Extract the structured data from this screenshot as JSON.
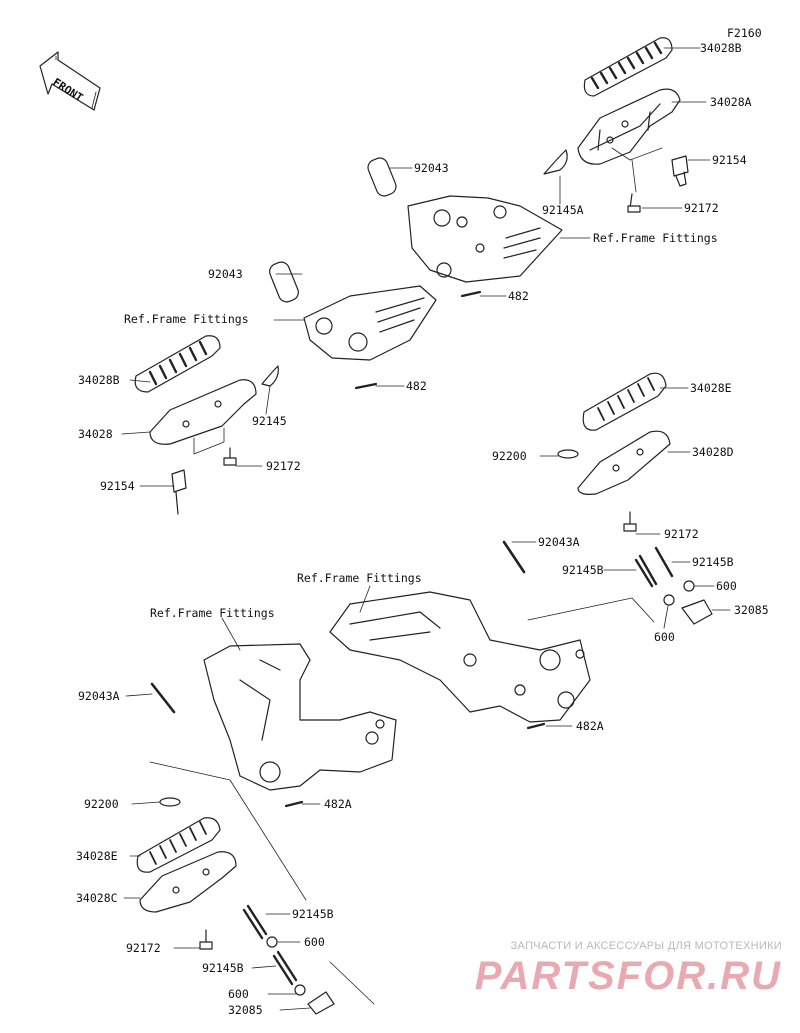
{
  "diagram_id": "F2160",
  "front_arrow": {
    "text": "FRONT"
  },
  "labels": {
    "p34028B_top": "34028B",
    "p34028A": "34028A",
    "p92154_top": "92154",
    "p92172_top": "92172",
    "p92145A": "92145A",
    "p92043_top": "92043",
    "ref_frame_1": "Ref.Frame Fittings",
    "p482_top": "482",
    "p92043_mid": "92043",
    "ref_frame_2": "Ref.Frame Fittings",
    "p482_mid": "482",
    "p34028B_left": "34028B",
    "p92145": "92145",
    "p34028": "34028",
    "p92172_left": "92172",
    "p92154_left": "92154",
    "p34028E_right": "34028E",
    "p92200_right": "92200",
    "p34028D": "34028D",
    "p92172_right": "92172",
    "p92043A_right": "92043A",
    "p92145B_r1": "92145B",
    "p92145B_r2": "92145B",
    "p600_r1": "600",
    "p32085_right": "32085",
    "p600_r2": "600",
    "ref_frame_3": "Ref.Frame Fittings",
    "ref_frame_4": "Ref.Frame Fittings",
    "p92043A_left": "92043A",
    "p482A_right": "482A",
    "p482A_left": "482A",
    "p92200_left": "92200",
    "p34028E_left": "34028E",
    "p34028C": "34028C",
    "p92145B_l1": "92145B",
    "p600_l1": "600",
    "p92172_bottom": "92172",
    "p92145B_l2": "92145B",
    "p600_l2": "600",
    "p32085_bottom": "32085"
  },
  "watermark": {
    "line": "ЗАПЧАСТИ И АКСЕССУАРЫ ДЛЯ МОТОТЕХНИКИ",
    "logo": "PARTSFOR.RU"
  }
}
